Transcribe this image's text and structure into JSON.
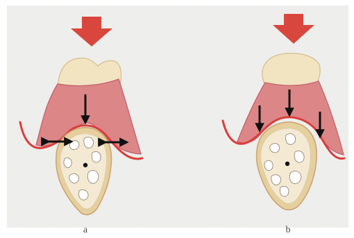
{
  "panels": [
    {
      "label": "a"
    },
    {
      "label": "b"
    }
  ],
  "colors": {
    "background": "#efefed",
    "tooth": "#f2e4c1",
    "tooth_stroke": "#d9c49c",
    "denture_base": "#dc8688",
    "denture_stroke": "#c56470",
    "mucosa_line": "#db3d3a",
    "bone_outer": "#e5cf9d",
    "bone_inner": "#f4ead4",
    "bone_stroke": "#cba474",
    "marrow_space": "#ffffff",
    "force_arrow": "#d9463d",
    "load_arrow": "#111111"
  },
  "icons": {
    "load_indicator": "downward-block-arrow",
    "force_vectors": "black-arrows"
  }
}
